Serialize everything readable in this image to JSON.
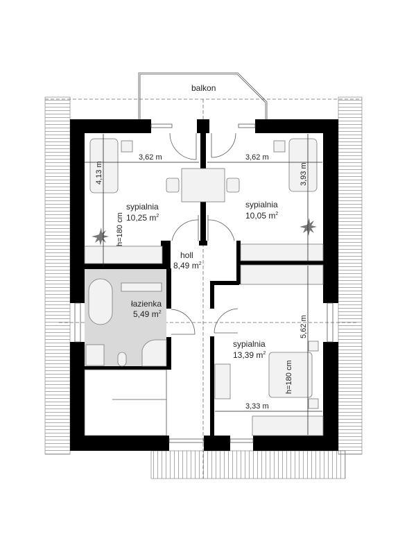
{
  "plan": {
    "balcony_label": "balkon",
    "rooms": [
      {
        "name": "sypialnia",
        "area": "10,25 m",
        "sup": "2"
      },
      {
        "name": "sypialnia",
        "area": "10,05 m",
        "sup": "2"
      },
      {
        "name": "holl",
        "area": "8,49 m",
        "sup": "2"
      },
      {
        "name": "łazienka",
        "area": "5,49 m",
        "sup": "2"
      },
      {
        "name": "sypialnia",
        "area": "13,39 m",
        "sup": "2"
      }
    ],
    "dimensions": {
      "bed1_width": "3,62 m",
      "bed2_width": "3,62 m",
      "bed1_depth": "4,13 m",
      "bed2_depth": "3,93 m",
      "bed3_depth": "5,62 m",
      "bed3_width": "3,33 m",
      "height_left": "h=180 cm",
      "height_right": "h=180 cm"
    },
    "colors": {
      "wall": "#000000",
      "bathroom_floor": "#d9d9d9",
      "furniture": "#f2f2f2"
    }
  }
}
